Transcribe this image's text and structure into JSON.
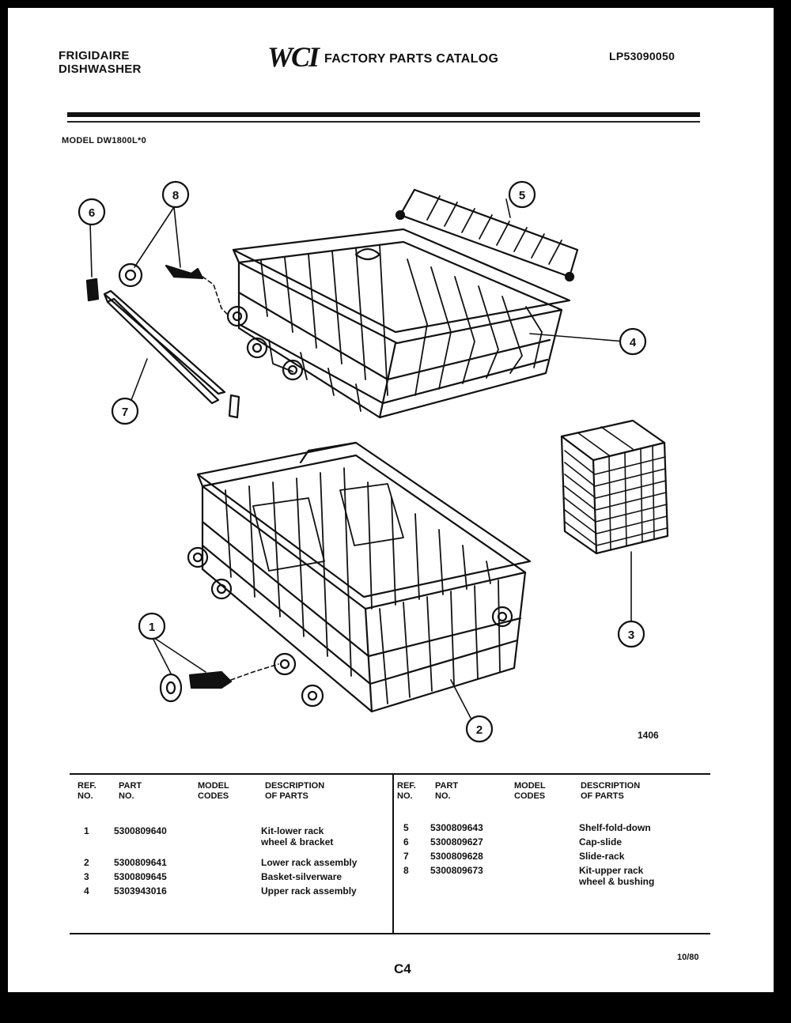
{
  "header": {
    "brand": "FRIGIDAIRE",
    "product": "DISHWASHER",
    "logo": "WCI",
    "catalog_title": "FACTORY PARTS CATALOG",
    "catalog_number": "LP53090050",
    "model_line": "MODEL DW1800L*0"
  },
  "diagram": {
    "id": "1406",
    "callouts": [
      "1",
      "2",
      "3",
      "4",
      "5",
      "6",
      "7",
      "8"
    ]
  },
  "table": {
    "headers": {
      "ref_no": [
        "REF.",
        "NO."
      ],
      "part_no": [
        "PART",
        "NO."
      ],
      "model_codes": [
        "MODEL",
        "CODES"
      ],
      "description": [
        "DESCRIPTION",
        "OF PARTS"
      ]
    },
    "left_rows": [
      {
        "ref": "1",
        "part": "5300809640",
        "desc": [
          "Kit-lower rack",
          "wheel & bracket"
        ]
      },
      {
        "ref": "2",
        "part": "5300809641",
        "desc": [
          "Lower rack assembly"
        ]
      },
      {
        "ref": "3",
        "part": "5300809645",
        "desc": [
          "Basket-silverware"
        ]
      },
      {
        "ref": "4",
        "part": "5303943016",
        "desc": [
          "Upper rack assembly"
        ]
      }
    ],
    "right_rows": [
      {
        "ref": "5",
        "part": "5300809643",
        "desc": [
          "Shelf-fold-down"
        ]
      },
      {
        "ref": "6",
        "part": "5300809627",
        "desc": [
          "Cap-slide"
        ]
      },
      {
        "ref": "7",
        "part": "5300809628",
        "desc": [
          "Slide-rack"
        ]
      },
      {
        "ref": "8",
        "part": "5300809673",
        "desc": [
          "Kit-upper rack",
          "wheel & bushing"
        ]
      }
    ]
  },
  "footer": {
    "page_code": "C4",
    "date": "10/80"
  }
}
